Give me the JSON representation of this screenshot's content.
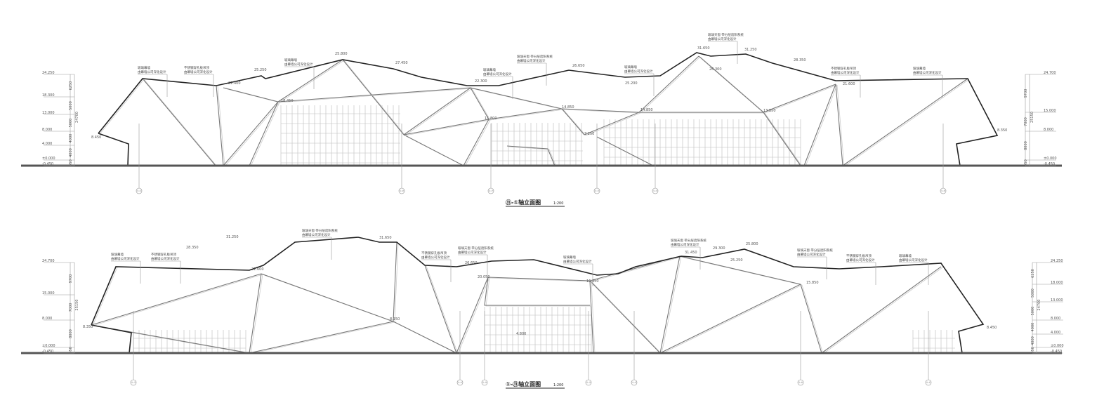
{
  "drawings": [
    {
      "title": "⑪-①轴立面图",
      "scale": "1:200",
      "left_levels": [
        "24.250",
        "18.300",
        "13.000",
        "8.000",
        "4.000",
        "±0.000",
        "-0.450"
      ],
      "left_dims": [
        "6250",
        "5000",
        "5000",
        "4000",
        "4000",
        "450"
      ],
      "left_total": "24700",
      "right_levels": [
        "24.700",
        "15.000",
        "8.000",
        "±0.000",
        "-0.450"
      ],
      "right_dims": [
        "9700",
        "7000",
        "8000",
        "450"
      ],
      "right_total": "25150",
      "spot_levels": [
        "8.450",
        "21.400",
        "25.250",
        "18.450",
        "25.800",
        "27.450",
        "22.300",
        "11.800",
        "26.650",
        "14.850",
        "7.250",
        "25.200",
        "14.850",
        "31.650",
        "31.250",
        "26.300",
        "28.350",
        "21.600",
        "13.850",
        "8.350"
      ],
      "notes": [
        [
          "玻璃幕墙",
          "由幕墙公司深化设计"
        ],
        [
          "不锈钢穿孔板吊顶",
          "由幕墙公司深化设计"
        ],
        [
          "玻璃幕墙",
          "由幕墙公司深化设计"
        ],
        [
          "玻璃幕墙",
          "由幕墙公司深化设计"
        ],
        [
          "玻璃天窗 带分层遮阳系统",
          "由幕墙公司深化设计"
        ],
        [
          "玻璃幕墙",
          "由幕墙公司深化设计"
        ],
        [
          "玻璃天窗 带分层遮阳系统",
          "由幕墙公司深化设计"
        ],
        [
          "不锈钢穿孔板吊顶",
          "由幕墙公司深化设计"
        ],
        [
          "玻璃幕墙",
          "由幕墙公司深化设计"
        ]
      ],
      "axes": [
        "①-①",
        "①-⑩",
        "①-⑦",
        "①-④",
        "①-③",
        "①-⑥"
      ]
    },
    {
      "title": "①-⑪轴立面图",
      "scale": "1:200",
      "left_levels": [
        "24.700",
        "15.000",
        "8.000",
        "±0.000",
        "-0.450"
      ],
      "left_dims": [
        "9700",
        "7000",
        "8000",
        "450"
      ],
      "left_total": "25150",
      "right_levels": [
        "24.250",
        "18.000",
        "13.000",
        "8.000",
        "4.000",
        "±0.000",
        "-0.450"
      ],
      "right_dims": [
        "6250",
        "5000",
        "5000",
        "4000",
        "4000",
        "450"
      ],
      "right_total": "24700",
      "spot_levels": [
        "8.350",
        "21.600",
        "28.350",
        "31.250",
        "31.650",
        "8.150",
        "20.050",
        "4.800",
        "26.650",
        "16.850",
        "31.450",
        "29.300",
        "25.800",
        "25.250",
        "15.850",
        "8.450"
      ],
      "notes": [
        [
          "玻璃幕墙",
          "由幕墙公司深化设计"
        ],
        [
          "不锈钢穿孔板吊顶",
          "由幕墙公司深化设计"
        ],
        [
          "玻璃天窗 带分层遮阳系统",
          "由幕墙公司深化设计"
        ],
        [
          "不锈钢穿孔板吊顶",
          "由幕墙公司深化设计"
        ],
        [
          "玻璃天窗 带分层遮阳系统",
          "由幕墙公司深化设计"
        ],
        [
          "玻璃幕墙",
          "由幕墙公司深化设计"
        ],
        [
          "玻璃天窗 带分层遮阳系统",
          "由幕墙公司深化设计"
        ],
        [
          "玻璃天窗 带分层遮阳系统",
          "由幕墙公司深化设计"
        ],
        [
          "不锈钢穿孔板吊顶",
          "由幕墙公司深化设计"
        ],
        [
          "玻璃幕墙",
          "由幕墙公司深化设计"
        ]
      ],
      "axes": [
        "①-⑦",
        "①-③",
        "①-⑤",
        "①-②",
        "①-④",
        "①-⑧",
        "①-①"
      ]
    }
  ]
}
